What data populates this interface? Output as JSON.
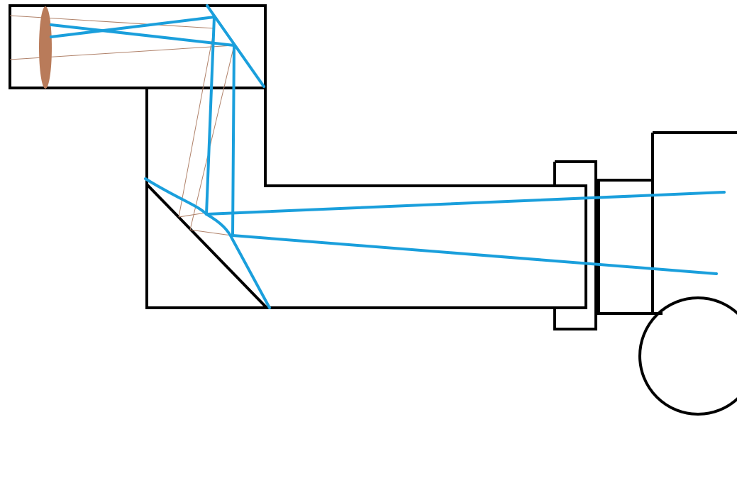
{
  "diagram": {
    "description_text": "",
    "colors": {
      "background": "#ffffff",
      "housing_stroke": "#000000",
      "light_ray": "#1a9fdc",
      "lens_fill": "#b97b5a",
      "thin_ray": "#b0826a"
    },
    "components": [
      "lens",
      "upper-tube",
      "upper-fold-mirror",
      "vertical-tube",
      "lower-fold-mirror",
      "horizontal-tube",
      "adapter-collar",
      "adapter-ring",
      "camera-body",
      "round-knob"
    ]
  }
}
